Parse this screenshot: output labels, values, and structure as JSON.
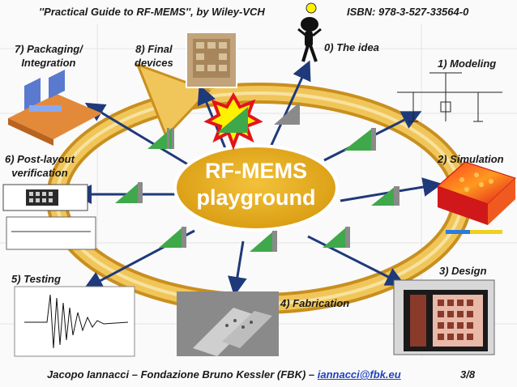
{
  "header": {
    "title": "''Practical Guide to RF-MEMS'', by Wiley-VCH",
    "isbn": "ISBN: 978-3-527-33564-0"
  },
  "center": {
    "line1": "RF-MEMS",
    "line2": "playground"
  },
  "steps": {
    "idea": "0) The idea",
    "modeling": "1) Modeling",
    "simulation": "2) Simulation",
    "design": "3) Design",
    "fabrication": "4) Fabrication",
    "testing": "5) Testing",
    "postlayout_l1": "6) Post-layout",
    "postlayout_l2": "verification",
    "packaging_l1": "7) Packaging/",
    "packaging_l2": "Integration",
    "final_l1": "8) Final",
    "final_l2": "devices"
  },
  "footer": {
    "author": "Jacopo Iannacci – Fondazione Bruno Kessler (FBK) – ",
    "email": "iannacci@fbk.eu",
    "slide": "3/8"
  },
  "colors": {
    "ring": "#e8b84a",
    "ring_edge": "#f4d98a",
    "arrow": "#1f3a7a",
    "center_fill": "#e6ad1f",
    "step_green": "#3fa84a",
    "step_gray": "#8a8a8a"
  }
}
